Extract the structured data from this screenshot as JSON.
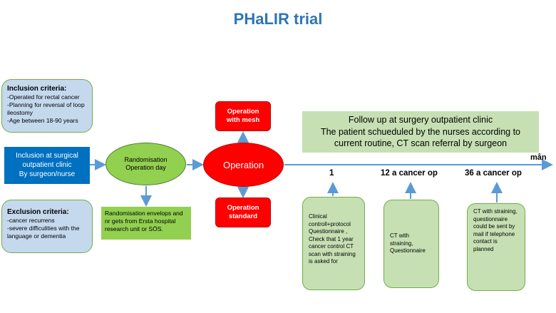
{
  "title": "PHaLIR trial",
  "inclusion_criteria": {
    "heading": "Inclusion criteria:",
    "items": [
      "-Operated for rectal cancer",
      "-Planning for reversal of loop ileostomy",
      "-Age between 18-90 years"
    ]
  },
  "inclusion_clinic": {
    "line1": "Inclusion at surgical outpatient clinic",
    "line2": "By surgeon/nurse"
  },
  "exclusion_criteria": {
    "heading": "Exclusion criteria:",
    "items": [
      " -cancer recurrens",
      "-severe difficulities with the language or dementia"
    ]
  },
  "randomisation": {
    "line1": "Randomisation",
    "line2": "Operation day"
  },
  "randomisation_note": "Randomisation envelops and nr gets from Ersta hospital research unit or SÖS.",
  "operation": {
    "label": "Operation",
    "mesh": [
      "Operation",
      "with mesh"
    ],
    "standard": [
      "Operation",
      "standard"
    ]
  },
  "followup": {
    "line1": "Follow up at surgery outpatient clinic",
    "line2": "The patient schueduled by the nurses according to current routine, CT scan referral by surgeon"
  },
  "timeline": {
    "unit": "mån",
    "points": [
      "1",
      "12 a cancer op",
      "36 a cancer op"
    ]
  },
  "followup_boxes": [
    "Clinical controll+protocol Questionnaire , Check that 1 year cancer control CT scan with straining is asked for",
    "CT with straining, Questionnaire",
    "CT with straining, questionnaire could be sent by mail if telephone contact is planned"
  ],
  "colors": {
    "title": "#2e75b6",
    "blue_box": "#c5d9ee",
    "clinic_box": "#0070c0",
    "green": "#92d050",
    "light_green": "#c6e0b4",
    "red": "#ff0000",
    "arrow": "#5b9bd5"
  }
}
